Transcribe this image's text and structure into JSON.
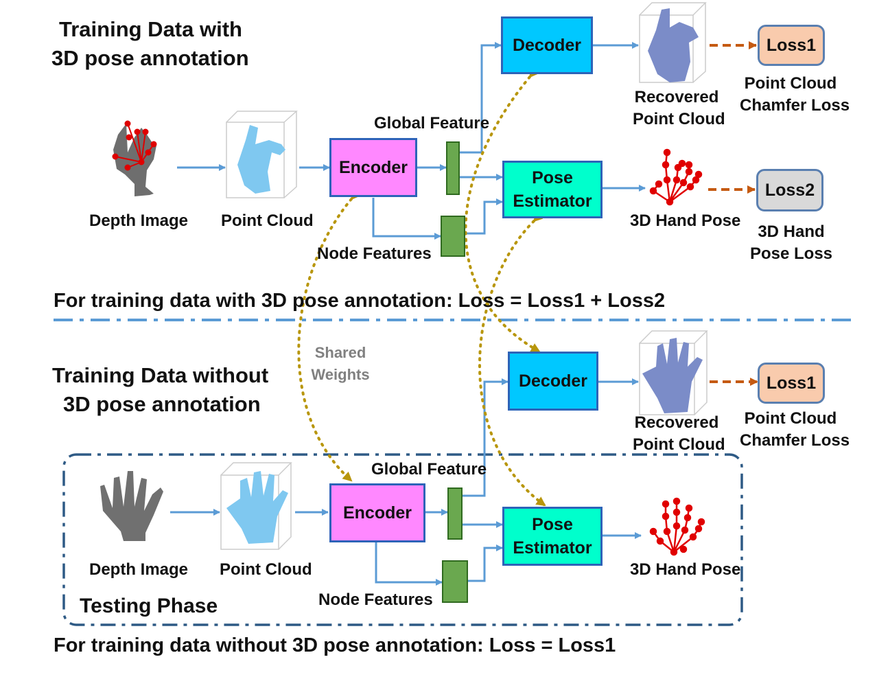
{
  "colors": {
    "arrow": "#5b9bd5",
    "dashed_loss_arrow": "#c55a11",
    "shared_weights_dots": "#b8960c",
    "separator": "#5b9bd5",
    "testing_frame": "#2e5a85",
    "decoder_fill": "#00c8ff",
    "encoder_fill": "#ff88ff",
    "pose_fill": "#00ffcc",
    "feature_fill": "#6aa84f",
    "hand_joints": "#e00000"
  },
  "top": {
    "heading_line1": "Training Data with",
    "heading_line2": "3D pose annotation",
    "depth_image_label": "Depth Image",
    "point_cloud_label": "Point Cloud",
    "encoder_label": "Encoder",
    "global_feature_label": "Global Feature",
    "node_features_label": "Node Features",
    "decoder_label": "Decoder",
    "pose_estimator_line1": "Pose",
    "pose_estimator_line2": "Estimator",
    "recovered_line1": "Recovered",
    "recovered_line2": "Point Cloud",
    "hand_pose_label": "3D Hand Pose",
    "loss1_label": "Loss1",
    "loss1_desc_line1": "Point Cloud",
    "loss1_desc_line2": "Chamfer Loss",
    "loss2_label": "Loss2",
    "loss2_desc_line1": "3D Hand",
    "loss2_desc_line2": "Pose Loss",
    "summary": "For training data with 3D pose annotation: Loss = Loss1 + Loss2"
  },
  "shared_weights_line1": "Shared",
  "shared_weights_line2": "Weights",
  "bottom": {
    "heading_line1": "Training Data without",
    "heading_line2": "3D pose annotation",
    "depth_image_label": "Depth Image",
    "point_cloud_label": "Point Cloud",
    "encoder_label": "Encoder",
    "global_feature_label": "Global Feature",
    "node_features_label": "Node Features",
    "decoder_label": "Decoder",
    "pose_estimator_line1": "Pose",
    "pose_estimator_line2": "Estimator",
    "recovered_line1": "Recovered",
    "recovered_line2": "Point Cloud",
    "hand_pose_label": "3D Hand Pose",
    "loss1_label": "Loss1",
    "loss1_desc_line1": "Point Cloud",
    "loss1_desc_line2": "Chamfer Loss",
    "testing_phase_label": "Testing Phase",
    "summary": "For training data without 3D pose annotation: Loss = Loss1"
  }
}
